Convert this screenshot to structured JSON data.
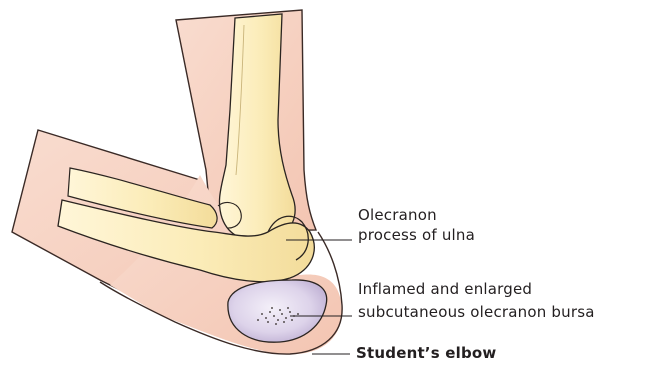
{
  "labels": {
    "olecranon_line1": "Olecranon",
    "olecranon_line2": "process of ulna",
    "bursa_line1": "Inflamed and enlarged",
    "bursa_line2": "subcutaneous olecranon bursa",
    "caption": "Student’s elbow"
  },
  "colors": {
    "skin": "#f6cfbf",
    "skin_outline": "#3a2a26",
    "bone": "#fbecb8",
    "bone_highlight": "#fff6d8",
    "bone_outline": "#2a2420",
    "bursa": "#d8cfe6",
    "bursa_highlight": "#f2eef8",
    "leader_line": "#231f20",
    "text": "#231f20"
  }
}
